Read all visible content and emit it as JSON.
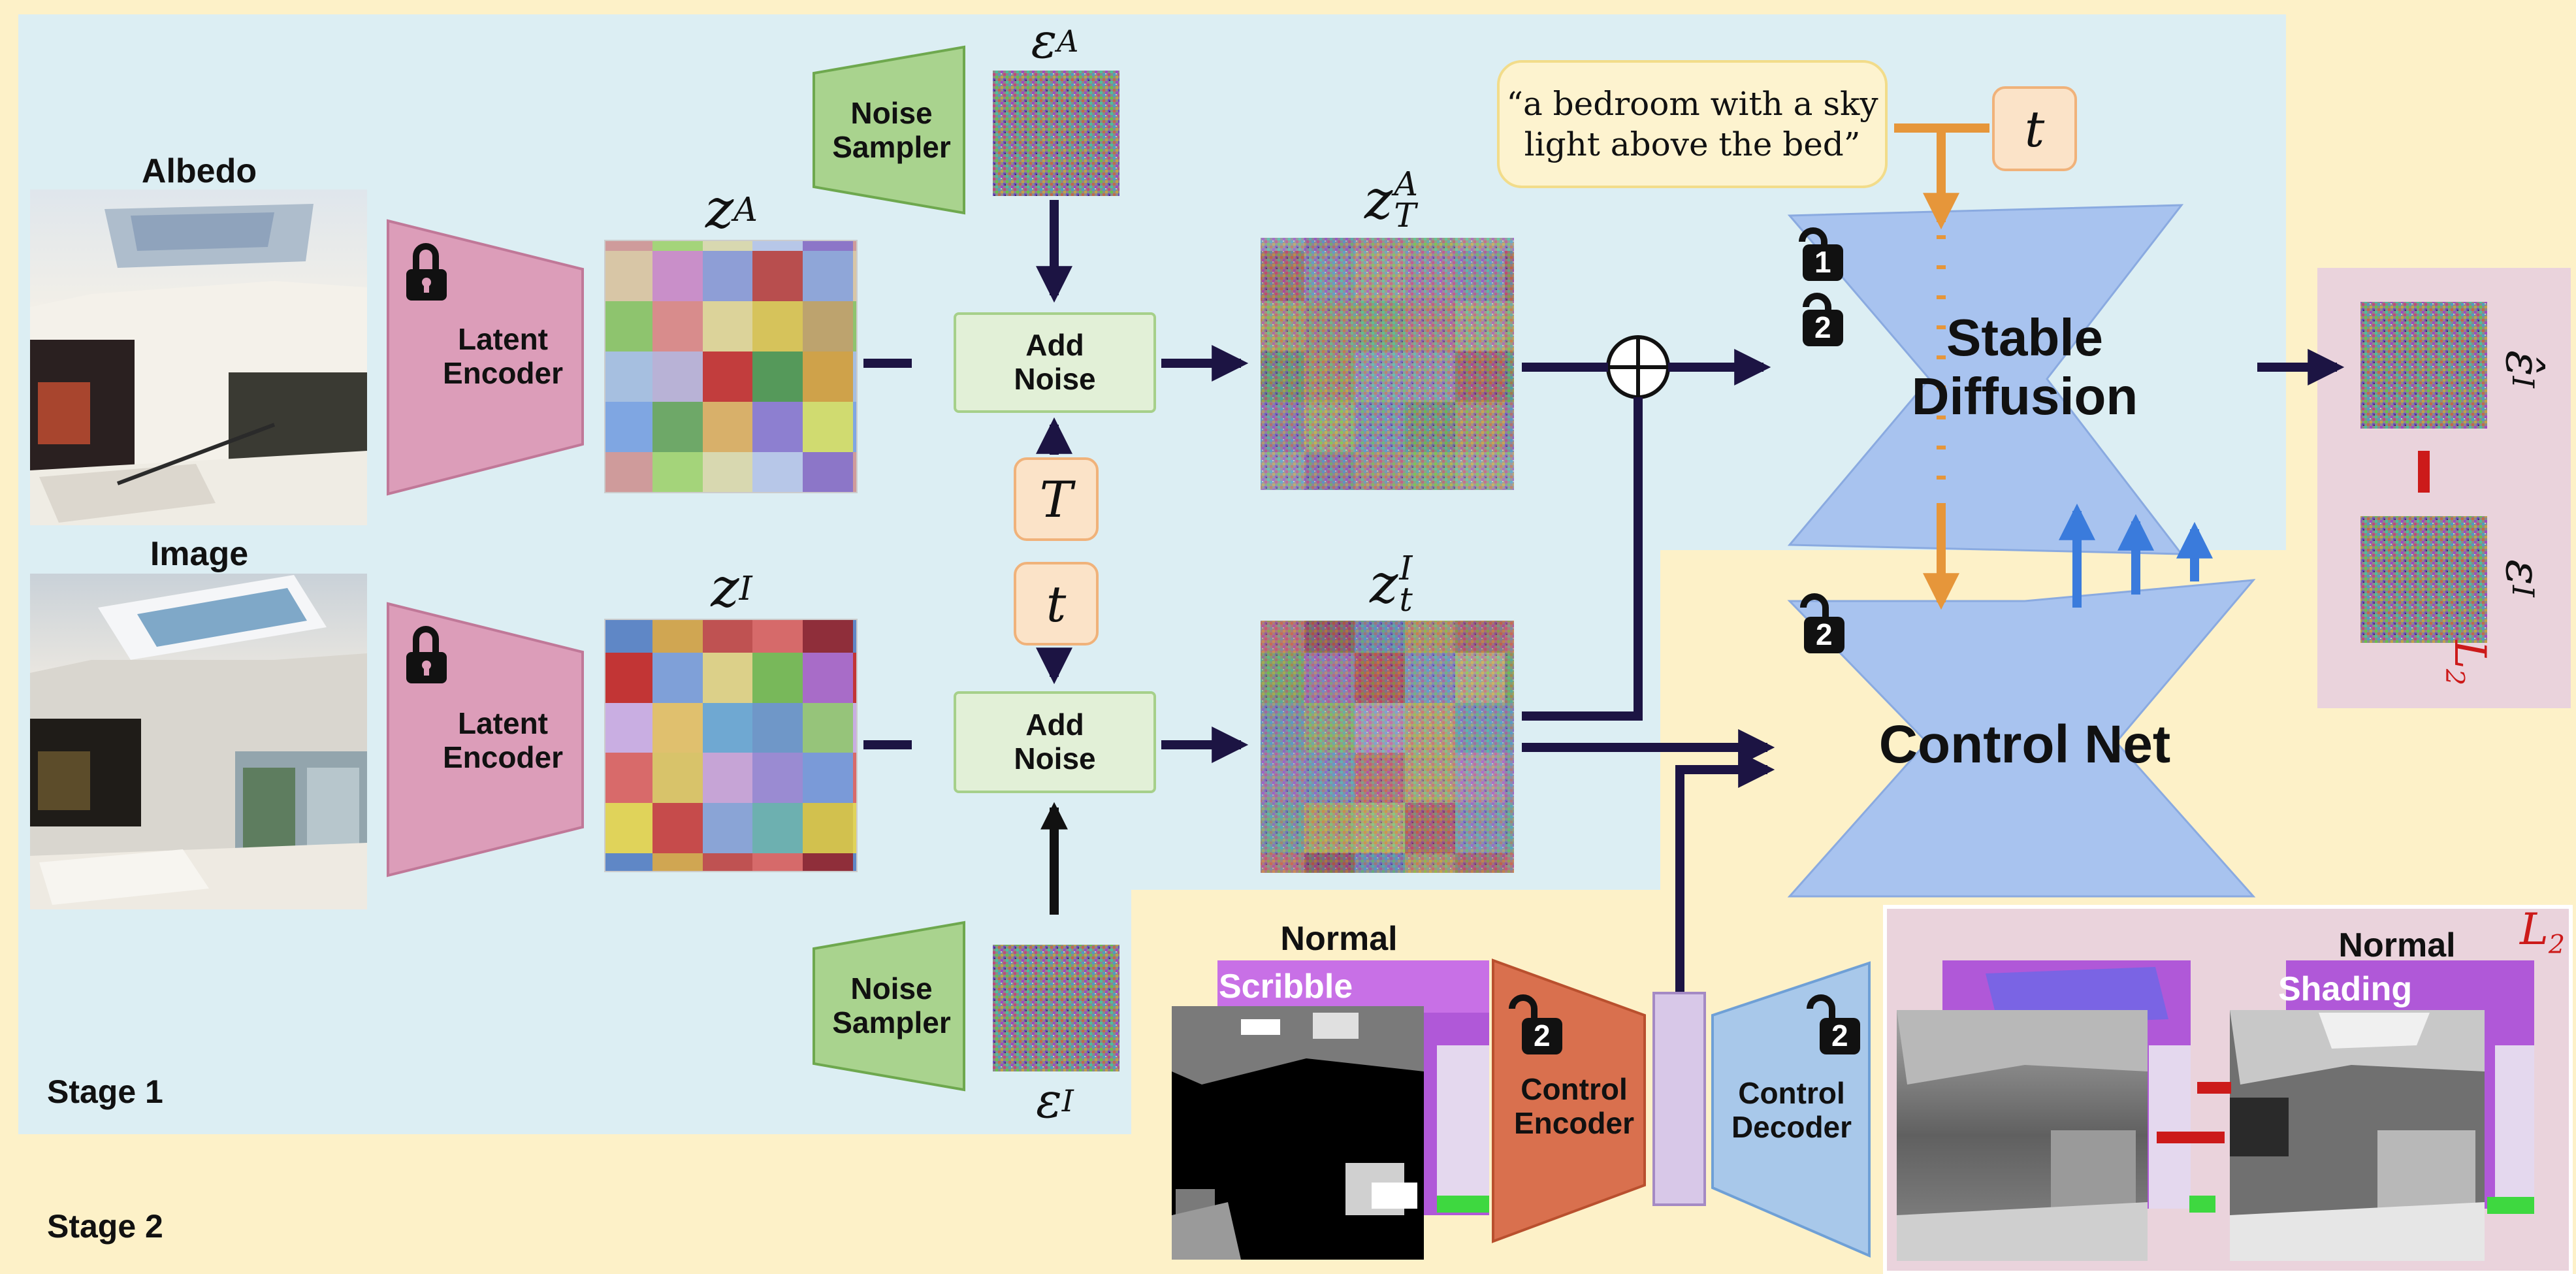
{
  "stages": {
    "stage1": "Stage 1",
    "stage2": "Stage 2"
  },
  "inputs": {
    "albedo_title": "Albedo",
    "image_title": "Image"
  },
  "encoder": {
    "line1": "Latent",
    "line2": "Encoder"
  },
  "add_noise": {
    "line1": "Add",
    "line2": "Noise"
  },
  "noise_sampler": {
    "line1": "Noise",
    "line2": "Sampler"
  },
  "prompt": {
    "line1": "“a bedroom with a sky",
    "line2": "light above the bed”"
  },
  "timesteps": {
    "T_upper": "T",
    "t_lower": "t"
  },
  "stable_diffusion": {
    "line1": "Stable",
    "line2": "Diffusion",
    "badges": [
      "1",
      "2"
    ]
  },
  "control_net": {
    "label": "Control Net",
    "badge": "2"
  },
  "control_encoder": {
    "line1": "Control",
    "line2": "Encoder",
    "badge": "2"
  },
  "control_decoder": {
    "line1": "Control",
    "line2": "Decoder",
    "badge": "2"
  },
  "normal_scribble": {
    "line1": "Normal",
    "line2": "Scribble"
  },
  "normal_shading": {
    "line1": "Normal",
    "line2": "Shading"
  },
  "loss": {
    "symbol": "L",
    "subscript": "2"
  },
  "symbols": {
    "zA": {
      "base": "z",
      "sup": "A"
    },
    "zI": {
      "base": "z",
      "sup": "I"
    },
    "zTA": {
      "base": "z",
      "sup": "A",
      "sub": "T"
    },
    "ztI": {
      "base": "z",
      "sup": "I",
      "sub": "t"
    },
    "epsA": {
      "base": "ε",
      "sup": "A"
    },
    "epsI": {
      "base": "ε",
      "sup": "I"
    },
    "eps_hat": {
      "base": "ε̂",
      "sup": "I"
    },
    "eps_target": {
      "base": "ε",
      "sup": "I"
    }
  },
  "colors": {
    "stage1_bg": "#dceef3",
    "stage2_bg": "#fdf1c8",
    "loss_bg": "#ead3dc",
    "encoder": "#dc9db9",
    "noise_sampler": "#a9d38e",
    "add_noise": "#e2f0d7",
    "timestep": "#fbe3c8",
    "stable_diffusion": "#a8c3ef",
    "control_encoder": "#d9704e",
    "control_decoder": "#a8c8ea",
    "arrow_dark": "#1c1443",
    "arrow_orange": "#e6963a",
    "arrow_blue": "#3a7bdc",
    "loss_red": "#cc1a1a"
  }
}
